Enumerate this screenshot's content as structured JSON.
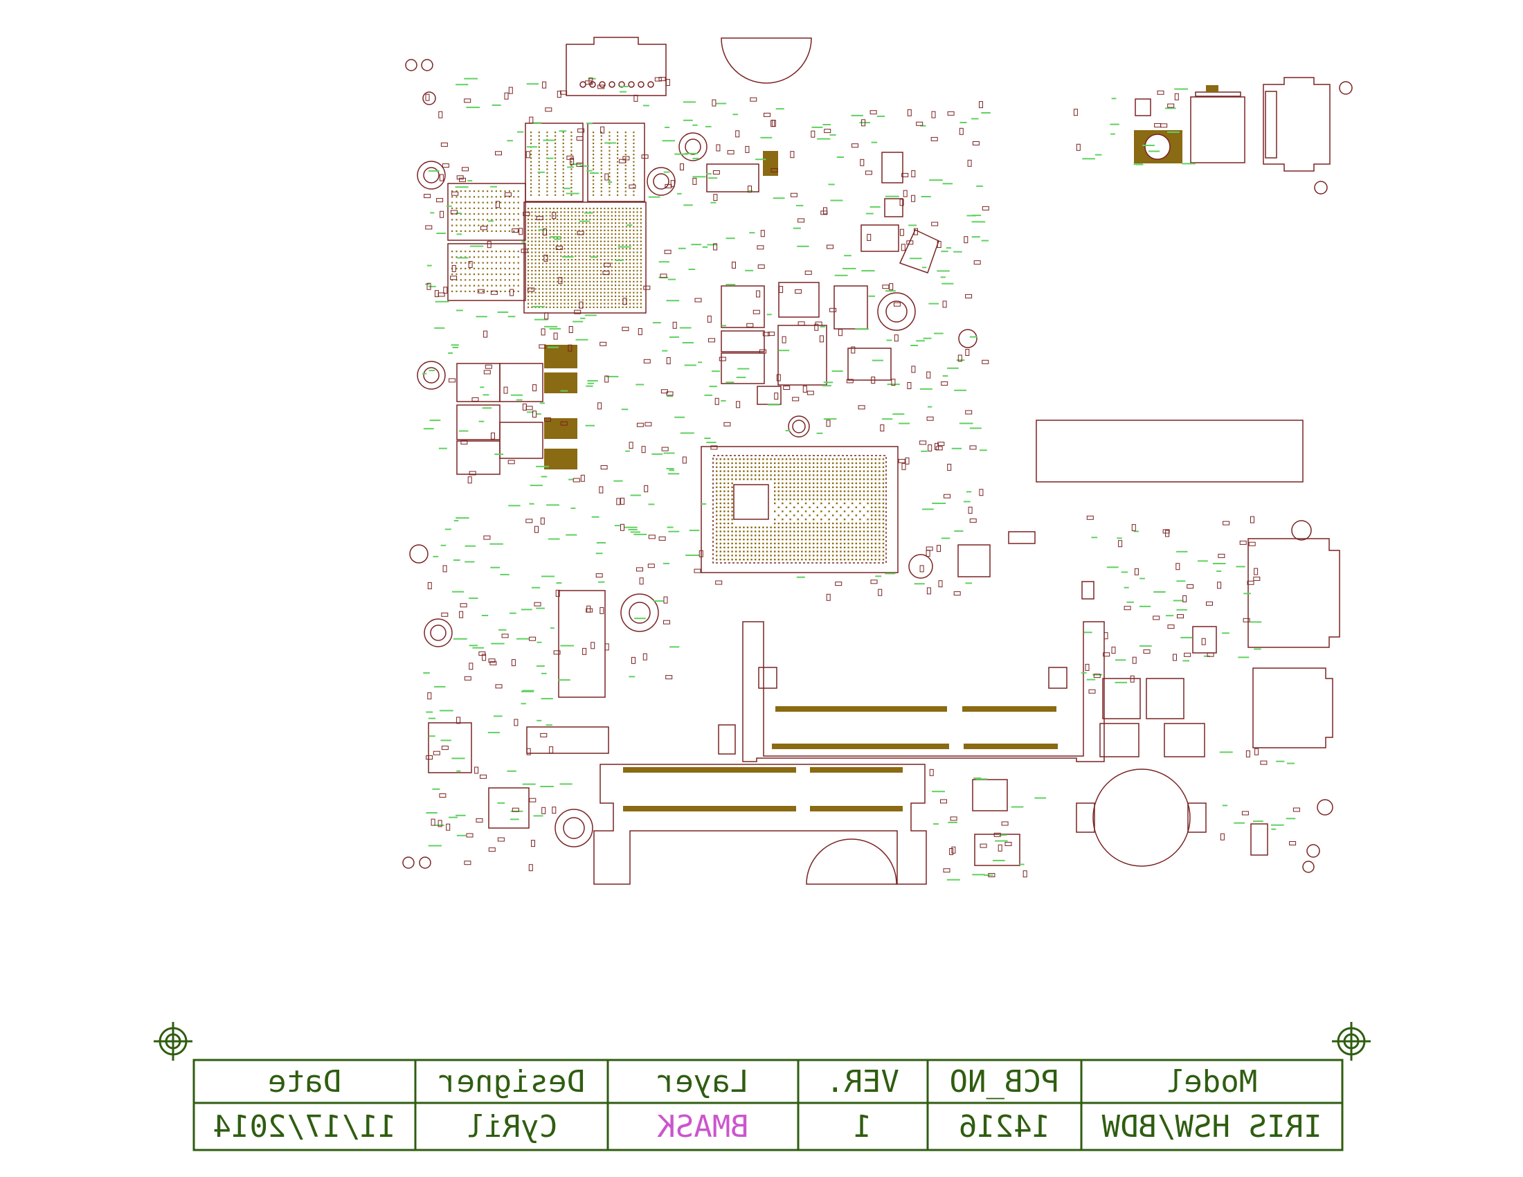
{
  "colors": {
    "outline": "#7a2222",
    "pad": "#8a6a12",
    "silk": "#5fd15f",
    "frame": "#2f5d10",
    "layer_text": "#cc55cc",
    "background": "#ffffff"
  },
  "title_block": {
    "headers": {
      "date": "Date",
      "designer": "Designer",
      "layer": "Layer",
      "ver": "VER.",
      "pcb_no": "PCB_NO",
      "model": "Model"
    },
    "values": {
      "date": "11/17/2014",
      "designer": "CyRil",
      "layer": "BMASK",
      "ver": "1",
      "pcb_no": "14216",
      "model": "IRIS HSW/BDW"
    }
  },
  "icons": {
    "left_fiducial": "crosshair-target-icon",
    "right_fiducial": "crosshair-target-icon"
  }
}
